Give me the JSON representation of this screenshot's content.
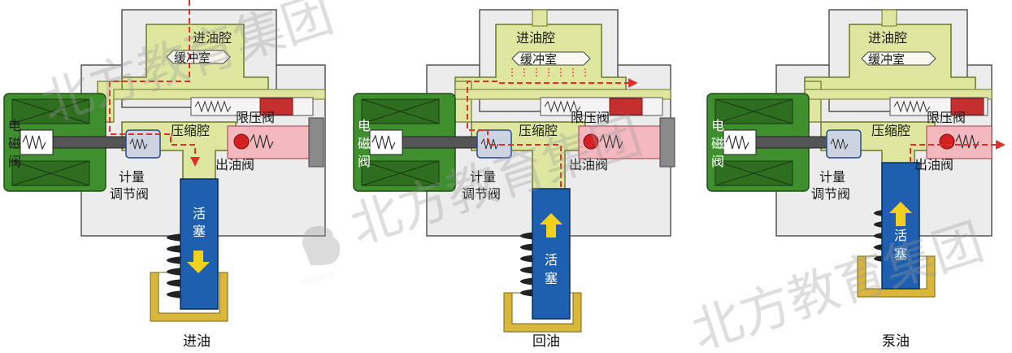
{
  "panels": [
    {
      "caption": "进油",
      "labels": {
        "inlet_chamber": "进油腔",
        "buffer_chamber": "缓冲室",
        "compression_chamber": "压缩腔",
        "pressure_limit_valve": "限压阀",
        "outlet_valve": "出油阀",
        "solenoid_valve": "电磁阀",
        "metering_valve": "计量调节阀",
        "piston": "活塞"
      },
      "piston_direction": "down",
      "flow": "intake"
    },
    {
      "caption": "回油",
      "labels": {
        "inlet_chamber": "进油腔",
        "buffer_chamber": "缓冲室",
        "compression_chamber": "压缩腔",
        "pressure_limit_valve": "限压阀",
        "outlet_valve": "出油阀",
        "solenoid_valve": "电磁阀",
        "metering_valve": "计量调节阀",
        "piston": "活塞"
      },
      "piston_direction": "up",
      "flow": "return"
    },
    {
      "caption": "泵油",
      "labels": {
        "inlet_chamber": "进油腔",
        "buffer_chamber": "缓冲室",
        "compression_chamber": "压缩腔",
        "pressure_limit_valve": "限压阀",
        "outlet_valve": "出油阀",
        "solenoid_valve": "电磁阀",
        "metering_valve": "计量调节阀",
        "piston": "活塞"
      },
      "piston_direction": "up",
      "flow": "pump"
    }
  ],
  "watermark": {
    "text_cn": "北方教育集团",
    "brand": "beifang"
  },
  "colors": {
    "fuel_chamber": "#dfe6a0",
    "chamber_outline": "#6b7a2a",
    "housing": "#e8e8e8",
    "solenoid": "#3f8f2f",
    "piston": "#1e5fb0",
    "arrow": "#f2d020",
    "flow_line": "#e0302a",
    "outlet_pipe": "#f3b9bf",
    "spring_cup": "#d9b73c"
  }
}
